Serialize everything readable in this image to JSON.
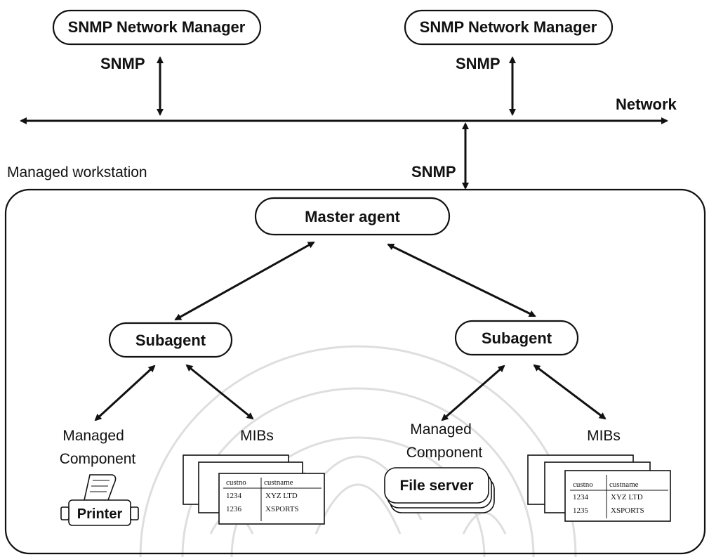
{
  "managers": [
    {
      "label": "SNMP Network Manager",
      "protocol": "SNMP"
    },
    {
      "label": "SNMP Network Manager",
      "protocol": "SNMP"
    }
  ],
  "network_label": "Network",
  "workstation": {
    "label": "Managed workstation",
    "uplink_protocol": "SNMP",
    "master_agent": "Master agent",
    "subagents": [
      {
        "label": "Subagent",
        "component_label_line1": "Managed",
        "component_label_line2": "Component",
        "component_device": "Printer",
        "mibs_label": "MIBs",
        "mib_table": {
          "headers": [
            "custno",
            "custname"
          ],
          "rows": [
            [
              "1234",
              "XYZ LTD"
            ],
            [
              "1236",
              "XSPORTS"
            ]
          ]
        }
      },
      {
        "label": "Subagent",
        "component_label_line1": "Managed",
        "component_label_line2": "Component",
        "component_device": "File server",
        "mibs_label": "MIBs",
        "mib_table": {
          "headers": [
            "custno",
            "custname"
          ],
          "rows": [
            [
              "1234",
              "XYZ LTD"
            ],
            [
              "1235",
              "XSPORTS"
            ]
          ]
        }
      }
    ]
  }
}
